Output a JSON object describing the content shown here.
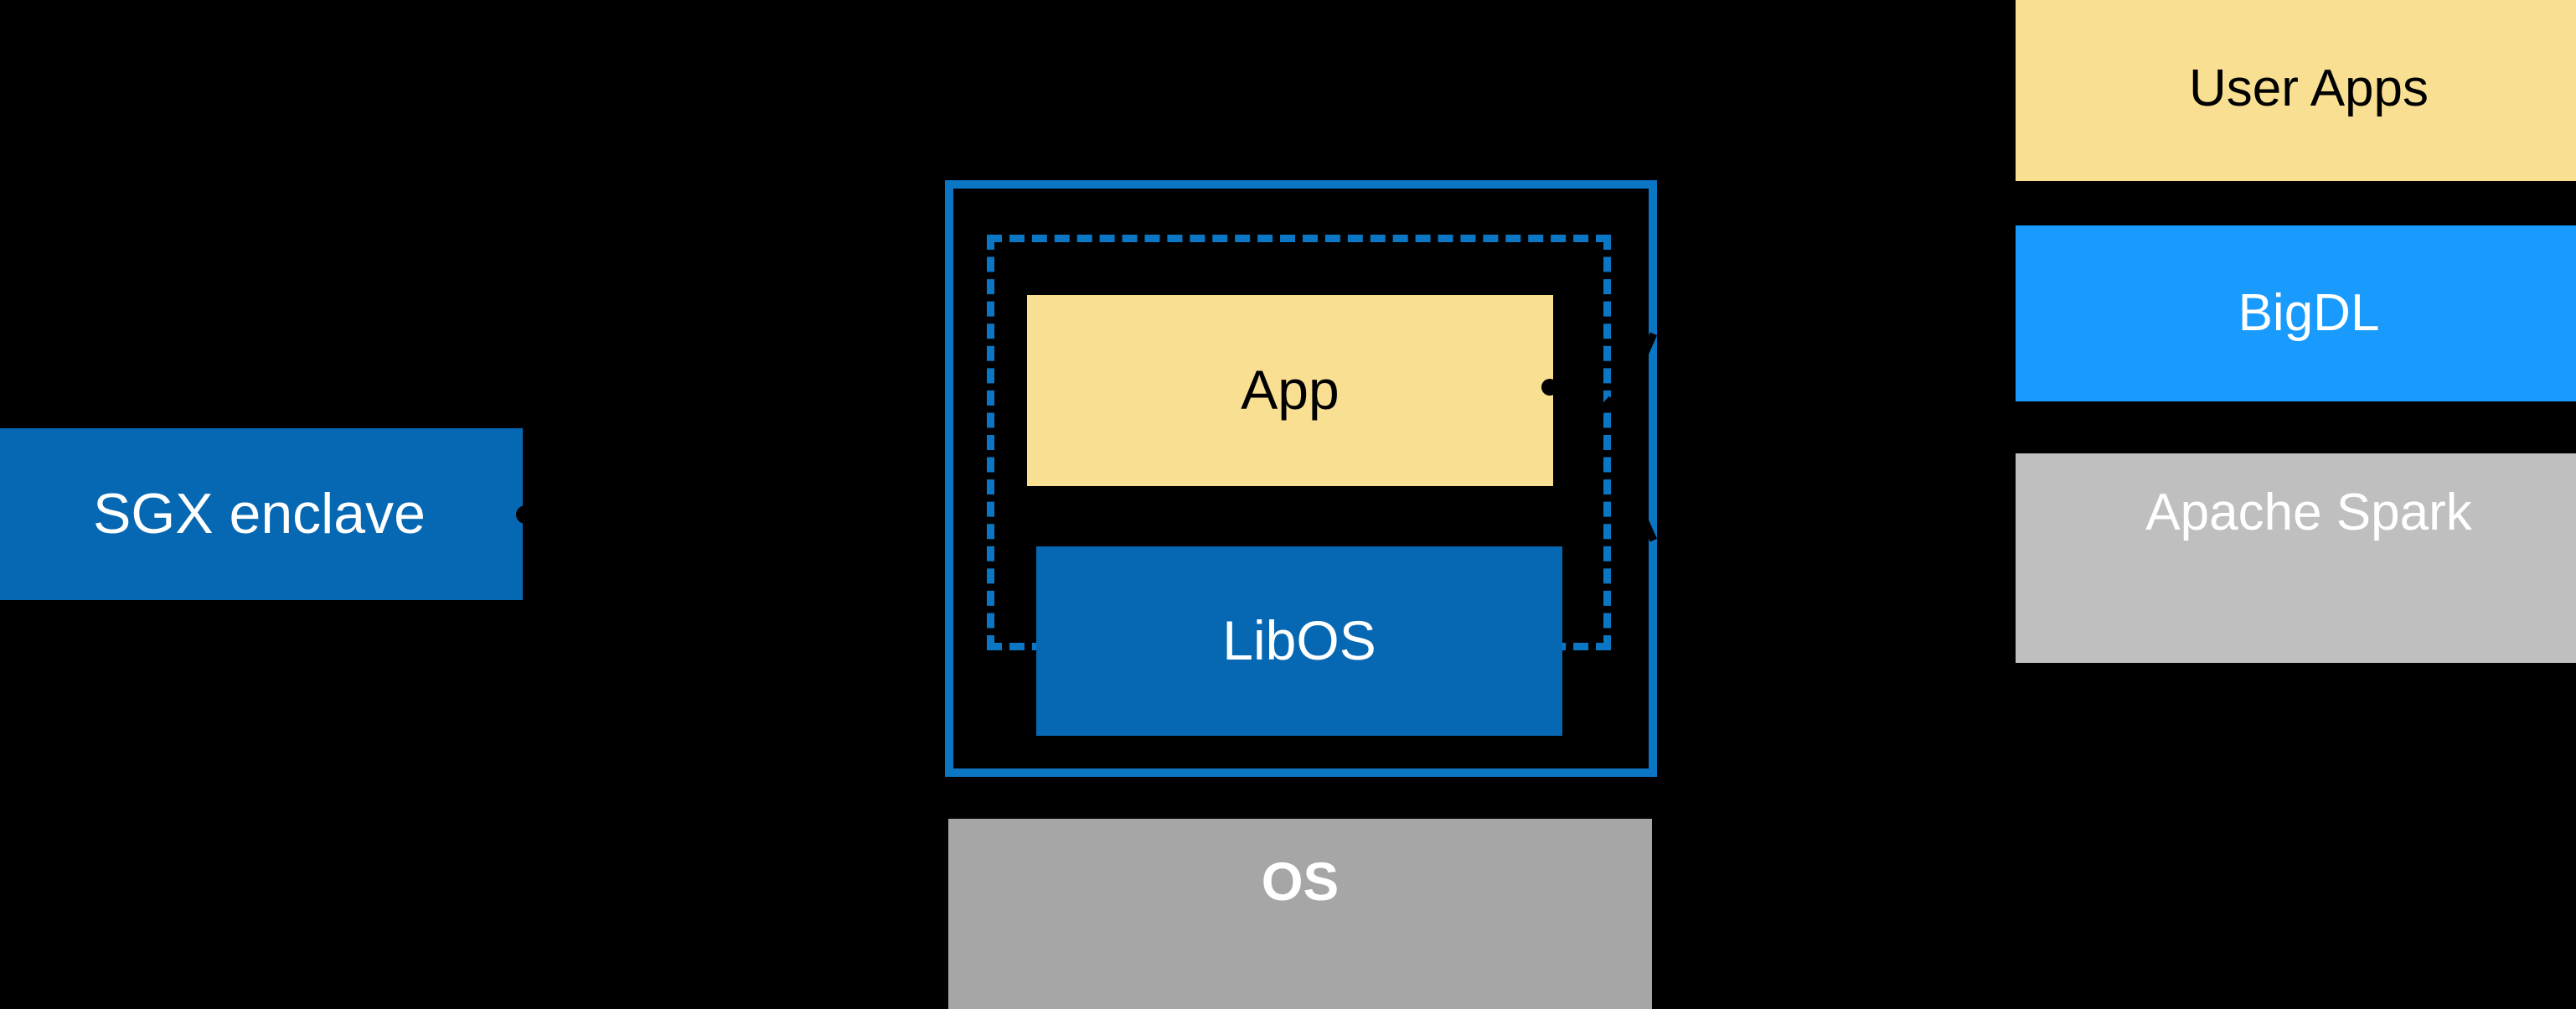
{
  "diagram": {
    "title": "SGX enclave LibOS architecture diagram",
    "background_color": "#000000",
    "palette": {
      "enclave_blue": "#0668B3",
      "frame_blue": "#0A76C4",
      "app_yellow": "#F9DF92",
      "bigdl_blue": "#199BFE",
      "os_gray": "#A6A6A6",
      "spark_gray": "#BFBFBF",
      "white": "#FFFFFF",
      "black": "#000000"
    },
    "left": {
      "sgx_enclave_label": "SGX enclave"
    },
    "center": {
      "app_label": "App",
      "libos_label": "LibOS",
      "os_label": "OS",
      "frame_solid_name": "enclave-boundary",
      "frame_dashed_name": "libos-boundary"
    },
    "right_stack": [
      {
        "label": "User Apps",
        "color": "#F9DF92",
        "text_color": "#000000"
      },
      {
        "label": "BigDL",
        "color": "#199BFE",
        "text_color": "#FFFFFF"
      },
      {
        "label": "Apache Spark",
        "color": "#BFBFBF",
        "text_color": "#FFFFFF"
      }
    ],
    "connectors": [
      {
        "from": "sgx-enclave-box",
        "to": "enclave-boundary",
        "style": "leader-line-with-dot"
      },
      {
        "from": "app-box",
        "to": "user-apps-box",
        "style": "leader-line-with-dot"
      }
    ]
  }
}
